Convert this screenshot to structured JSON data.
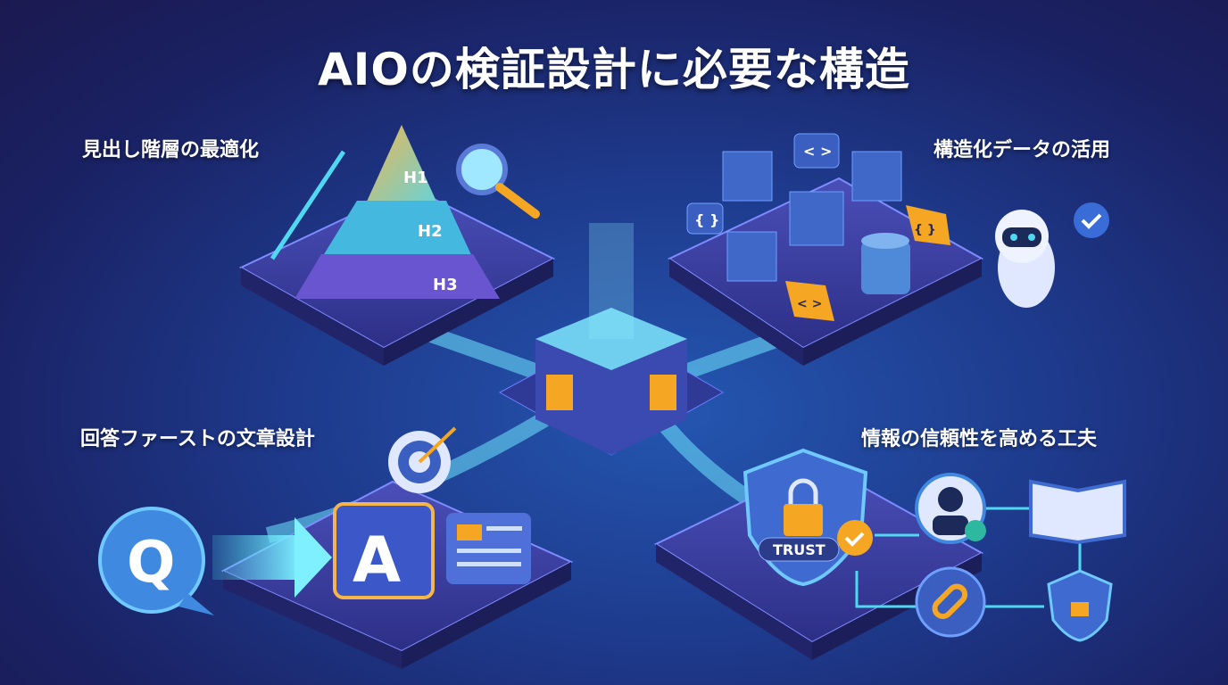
{
  "title": "AIOの検証設計に必要な構造",
  "sections": [
    {
      "label": "見出し階層の最適化",
      "icons": [
        "pyramid-icon",
        "magnifier-icon"
      ],
      "levels": [
        "H1",
        "H2",
        "H3"
      ]
    },
    {
      "label": "構造化データの活用",
      "icons": [
        "code-cube-icon",
        "database-icon",
        "robot-icon",
        "check-icon"
      ],
      "tags": [
        "< >",
        "{ }",
        "{ }",
        "< >"
      ]
    },
    {
      "label": "回答ファーストの文章設計",
      "icons": [
        "target-icon",
        "document-icon"
      ],
      "question": "Q",
      "answer": "A"
    },
    {
      "label": "情報の信頼性を高める工夫",
      "icons": [
        "shield-lock-icon",
        "person-check-icon",
        "book-link-icon",
        "link-icon"
      ],
      "badge": "TRUST"
    }
  ],
  "colors": {
    "background": "#1a2163",
    "accent_cyan": "#4fd8f0",
    "accent_orange": "#f5a623",
    "platform": "#3b3f9e"
  }
}
